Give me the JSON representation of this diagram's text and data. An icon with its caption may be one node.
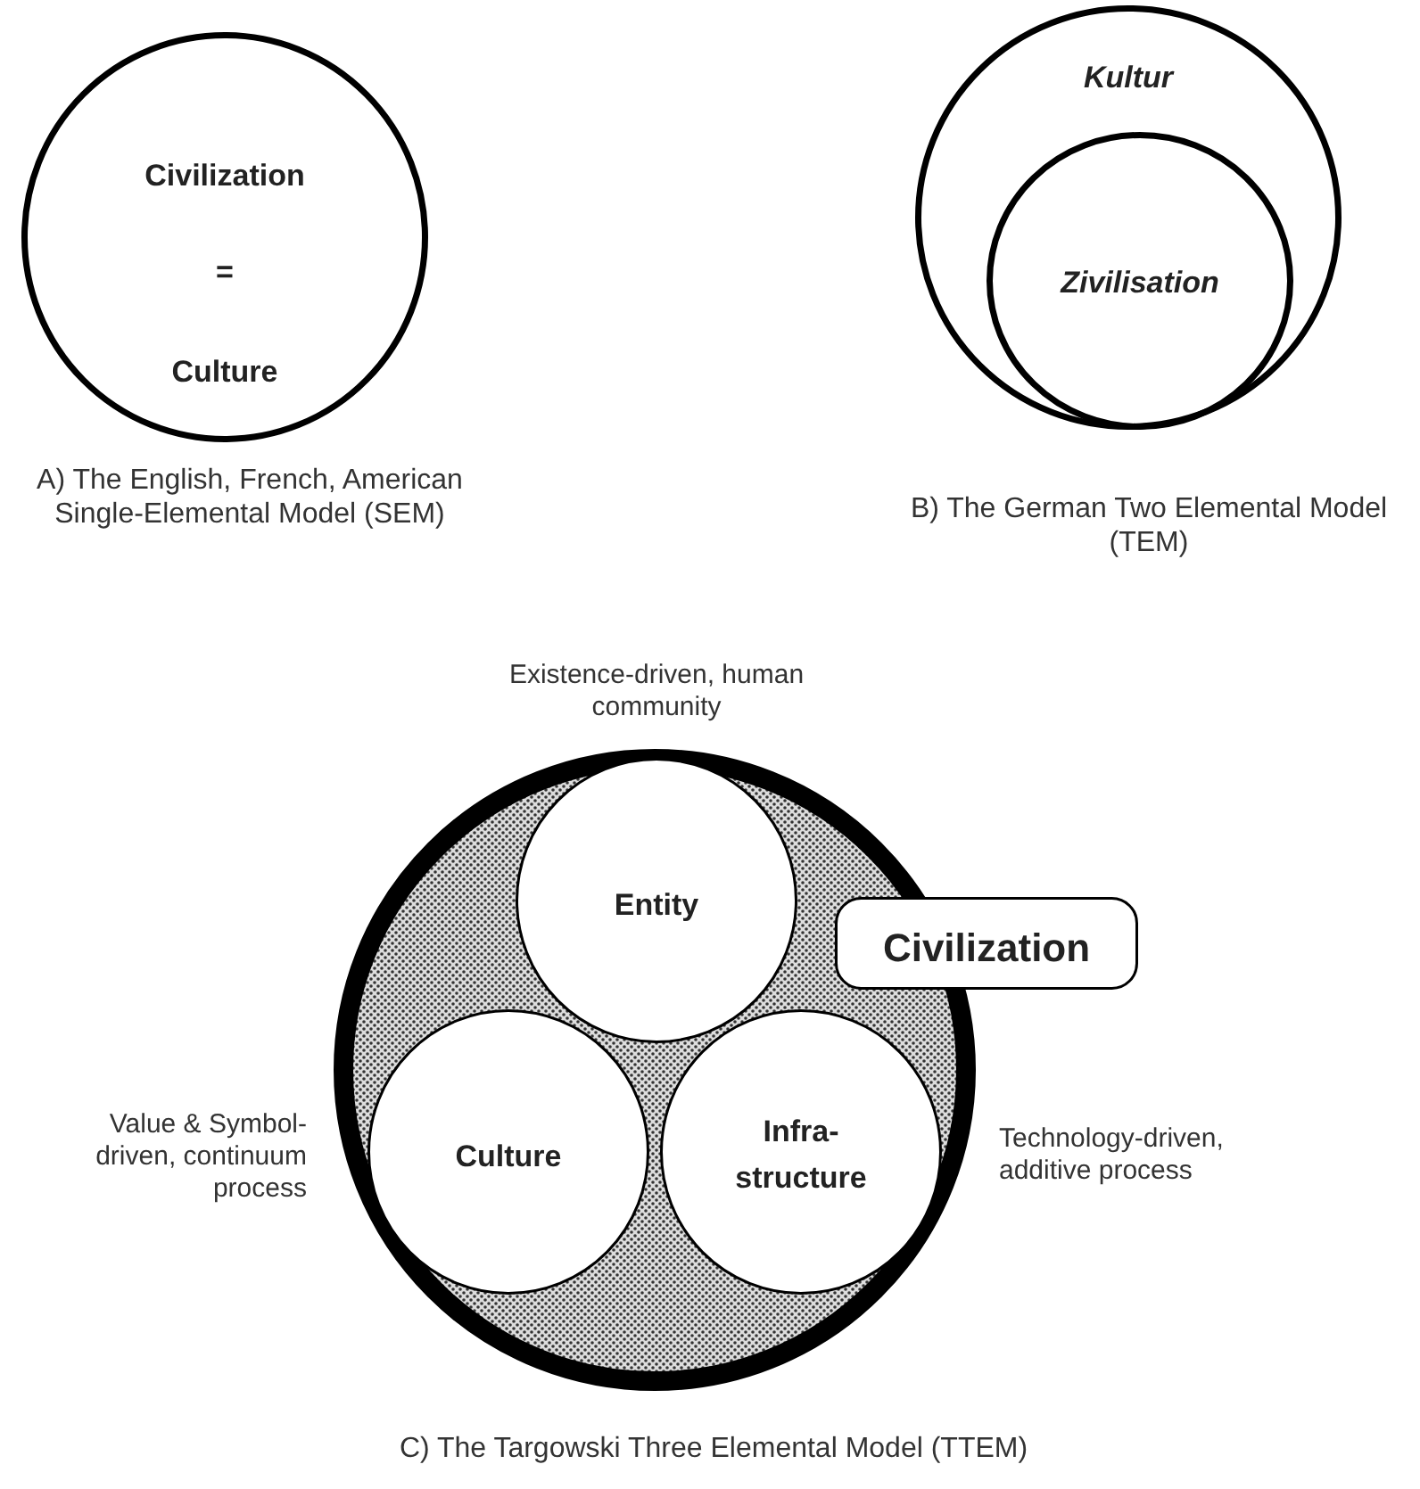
{
  "diagram": {
    "nodes": [
      {
        "text": [
          "Civilization",
          "=",
          "Culture"
        ],
        "beside": [
          "A) The English, French, American Single-Elemental Model (SEM)"
        ]
      },
      {
        "text": [
          "Kultur"
        ],
        "beside": [
          "B) The German Two Elemental Model (TEM)"
        ]
      },
      {
        "text": [
          "Zivilisation"
        ],
        "in": 1
      },
      {
        "text": [],
        "shape": "circle",
        "beside": [
          "C) The Targowski Three Elemental Model (TTEM)"
        ]
      },
      {
        "text": [
          "Entity"
        ],
        "in": 3,
        "beside": [
          "Existence-driven, human community"
        ]
      },
      {
        "text": [
          "Civilization"
        ]
      },
      {
        "text": [
          "Culture"
        ],
        "in": 3,
        "beside": [
          "Value & Symbol-driven, continuum process"
        ]
      },
      {
        "text": [
          "Infra-structure"
        ],
        "in": 3,
        "beside": [
          "Technology-driven, additive process"
        ]
      }
    ],
    "edges": []
  }
}
